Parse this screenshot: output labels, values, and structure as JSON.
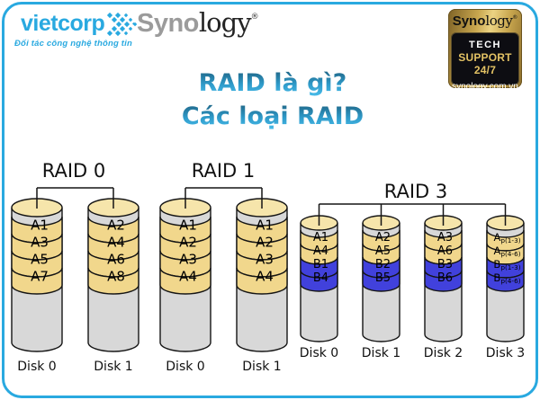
{
  "colors": {
    "accent_blue": "#29A9E0",
    "title_gradient_top": "#1E607F",
    "title_gradient_mid": "#2F9CCB",
    "title_gradient_bottom": "#4EC2EF",
    "disk_tan": "#F1D78C",
    "disk_tan_top": "#F6E5AB",
    "disk_blue": "#4141DC",
    "disk_gray": "#D8D8D8",
    "outline": "#151515",
    "badge_gold": "#D9B85E",
    "badge_black": "#0D0D12"
  },
  "header": {
    "vietcorp": {
      "wordmark": "vietcorp",
      "tagline": "Đối tác công nghệ thông tin"
    },
    "synology": {
      "sans_part": "Syno",
      "serif_part": "logy",
      "registered": "®"
    },
    "badge": {
      "brand_sans": "Syno",
      "brand_serif": "logy",
      "registered": "®",
      "tech": "TECH",
      "support": "SUPPORT 24/7",
      "url": "synology.com.vn"
    }
  },
  "title": {
    "line1": "RAID là gì?",
    "line2": "Các loại RAID"
  },
  "diagram": {
    "groups": [
      {
        "label": "RAID 0",
        "disks": [
          {
            "name": "Disk 0",
            "sectors": [
              {
                "t": "A1",
                "c": "tan"
              },
              {
                "t": "A3",
                "c": "tan"
              },
              {
                "t": "A5",
                "c": "tan"
              },
              {
                "t": "A7",
                "c": "tan"
              }
            ]
          },
          {
            "name": "Disk 1",
            "sectors": [
              {
                "t": "A2",
                "c": "tan"
              },
              {
                "t": "A4",
                "c": "tan"
              },
              {
                "t": "A6",
                "c": "tan"
              },
              {
                "t": "A8",
                "c": "tan"
              }
            ]
          }
        ]
      },
      {
        "label": "RAID 1",
        "disks": [
          {
            "name": "Disk 0",
            "sectors": [
              {
                "t": "A1",
                "c": "tan"
              },
              {
                "t": "A2",
                "c": "tan"
              },
              {
                "t": "A3",
                "c": "tan"
              },
              {
                "t": "A4",
                "c": "tan"
              }
            ]
          },
          {
            "name": "Disk 1",
            "sectors": [
              {
                "t": "A1",
                "c": "tan"
              },
              {
                "t": "A2",
                "c": "tan"
              },
              {
                "t": "A3",
                "c": "tan"
              },
              {
                "t": "A4",
                "c": "tan"
              }
            ]
          }
        ]
      },
      {
        "label": "RAID 3",
        "disks": [
          {
            "name": "Disk 0",
            "sectors": [
              {
                "t": "A1",
                "c": "tan"
              },
              {
                "t": "A4",
                "c": "tan"
              },
              {
                "t": "B1",
                "c": "blue"
              },
              {
                "t": "B4",
                "c": "blue"
              }
            ]
          },
          {
            "name": "Disk 1",
            "sectors": [
              {
                "t": "A2",
                "c": "tan"
              },
              {
                "t": "A5",
                "c": "tan"
              },
              {
                "t": "B2",
                "c": "blue"
              },
              {
                "t": "B5",
                "c": "blue"
              }
            ]
          },
          {
            "name": "Disk 2",
            "sectors": [
              {
                "t": "A3",
                "c": "tan"
              },
              {
                "t": "A6",
                "c": "tan"
              },
              {
                "t": "B3",
                "c": "blue"
              },
              {
                "t": "B6",
                "c": "blue"
              }
            ]
          },
          {
            "name": "Disk 3",
            "sectors": [
              {
                "t": "A",
                "sub": "p(1-3)",
                "c": "tan"
              },
              {
                "t": "A",
                "sub": "p(4-6)",
                "c": "tan"
              },
              {
                "t": "B",
                "sub": "p(1-3)",
                "c": "blue"
              },
              {
                "t": "B",
                "sub": "p(4-6)",
                "c": "blue"
              }
            ]
          }
        ]
      }
    ]
  }
}
